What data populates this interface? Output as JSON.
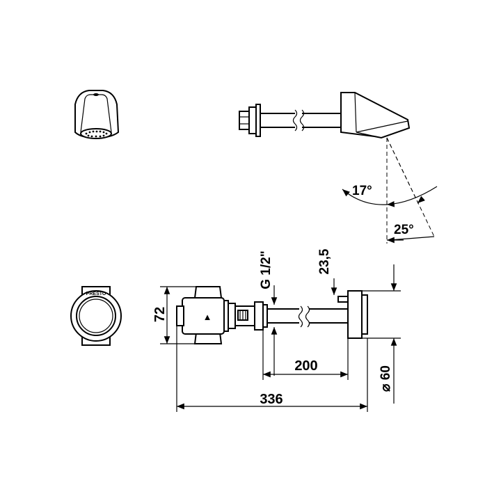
{
  "drawing": {
    "dimensions": {
      "overall_length": "336",
      "pipe_length": "200",
      "height": "72",
      "diameter_value": "60",
      "diameter_symbol": "⌀",
      "thread": "G 1/2\"",
      "offset": "23,5"
    },
    "angles": {
      "first": "17°",
      "second": "25°"
    },
    "brand_mark": "PRESTO",
    "valve_symbol": "▲"
  }
}
